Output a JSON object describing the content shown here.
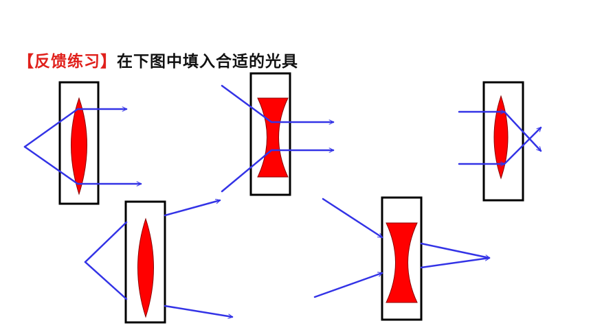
{
  "heading": {
    "tag": "【反馈练习】",
    "instruction": "在下图中填入合适的光具"
  },
  "colors": {
    "ray": "#3333e6",
    "lens": "#ff0000",
    "box": "#000000",
    "tag": "#e0201b"
  },
  "panels": [
    {
      "id": "panel-1",
      "lens_type": "convex"
    },
    {
      "id": "panel-2",
      "lens_type": "concave"
    },
    {
      "id": "panel-3",
      "lens_type": "convex"
    },
    {
      "id": "panel-4",
      "lens_type": "convex"
    },
    {
      "id": "panel-5",
      "lens_type": "concave"
    }
  ]
}
